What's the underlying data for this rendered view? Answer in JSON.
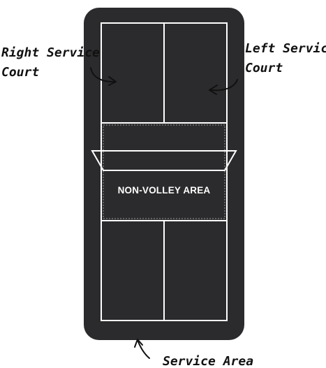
{
  "diagram": {
    "labels": {
      "right_service_court_line1": "Right Service",
      "right_service_court_line2": "Court",
      "left_service_court_line1": "Left Service",
      "left_service_court_line2": "Court",
      "service_area": "Service Area",
      "non_volley_area": "NON-VOLLEY AREA"
    },
    "colors": {
      "background": "#ffffff",
      "court_surface": "#2b2b2d",
      "lines": "#ffffff",
      "kitchen_dashes": "#9a9a9a",
      "annotation_text": "#111111"
    }
  }
}
